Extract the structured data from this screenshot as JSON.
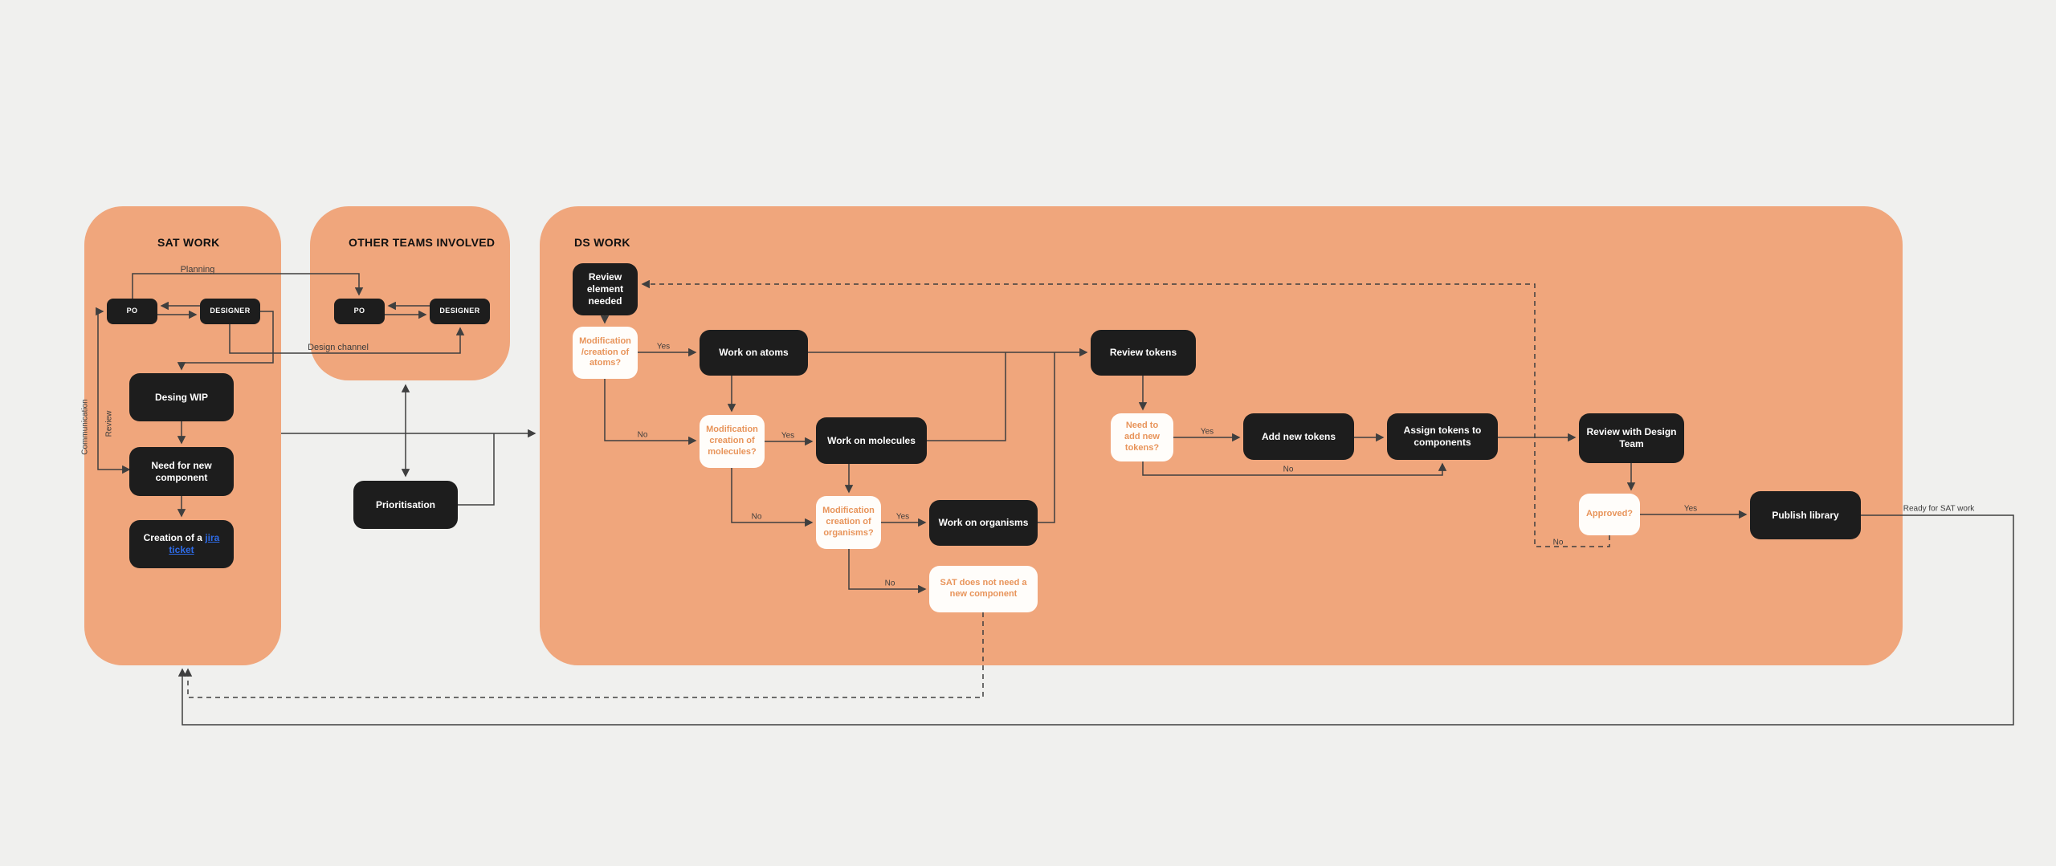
{
  "sections": {
    "sat": "SAT WORK",
    "other": "OTHER TEAMS INVOLVED",
    "ds": "DS WORK"
  },
  "nodes": {
    "po_sat": "PO",
    "designer_sat": "DESIGNER",
    "po_other": "PO",
    "designer_other": "DESIGNER",
    "desing_wip": "Desing WIP",
    "need_component": "Need for new component",
    "jira_prefix": "Creation of a ",
    "jira_link": "jira ticket",
    "prioritisation": "Prioritisation",
    "review_element": "Review element needed",
    "mod_atoms": "Modification /creation of atoms?",
    "work_atoms": "Work on atoms",
    "mod_molecules": "Modification creation of molecules?",
    "work_molecules": "Work on molecules",
    "mod_organisms": "Modification creation of organisms?",
    "work_organisms": "Work on organisms",
    "sat_no_component": "SAT does not need a new component",
    "review_tokens": "Review tokens",
    "need_tokens": "Need to add new tokens?",
    "add_tokens": "Add new tokens",
    "assign_tokens": "Assign tokens to components",
    "review_design_team": "Review with Design Team",
    "approved": "Approved?",
    "publish_library": "Publish library"
  },
  "edge_labels": {
    "planning": "Planning",
    "design_channel": "Design channel",
    "communication": "Communication",
    "review": "Review",
    "yes_atoms": "Yes",
    "no_atoms": "No",
    "yes_molecules": "Yes",
    "no_molecules": "No",
    "yes_organisms": "Yes",
    "no_organisms": "No",
    "yes_tokens": "Yes",
    "no_tokens": "No",
    "yes_approved": "Yes",
    "no_approved": "No",
    "ready_sat": "Ready for SAT work"
  },
  "colors": {
    "background": "#f0f0ee",
    "container": "#f0a67c",
    "node_dark": "#1d1d1d",
    "node_light": "#fffdfa",
    "decision_text": "#e8945a",
    "link": "#2e6be6",
    "edge": "#3f3f3f"
  }
}
